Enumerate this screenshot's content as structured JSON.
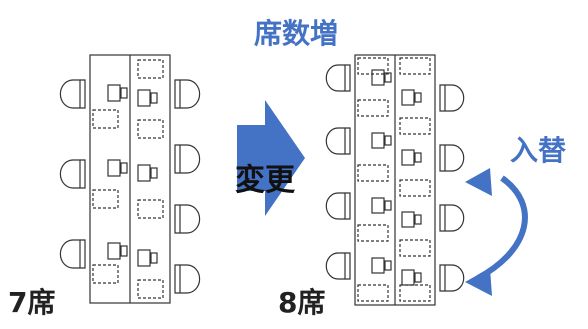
{
  "title": "席数増",
  "change_label": "変更",
  "swap_label": "入替",
  "before_label": "7席",
  "after_label": "8席",
  "colors": {
    "accent_blue": "#4472c4",
    "label_dark": "#222222",
    "line": "#333333"
  },
  "icons": {
    "big_arrow": "right-arrow-icon",
    "swap_arrow": "curved-double-arrow-icon",
    "chair": "chair-icon",
    "desk_phone": "desk-phone-icon"
  }
}
